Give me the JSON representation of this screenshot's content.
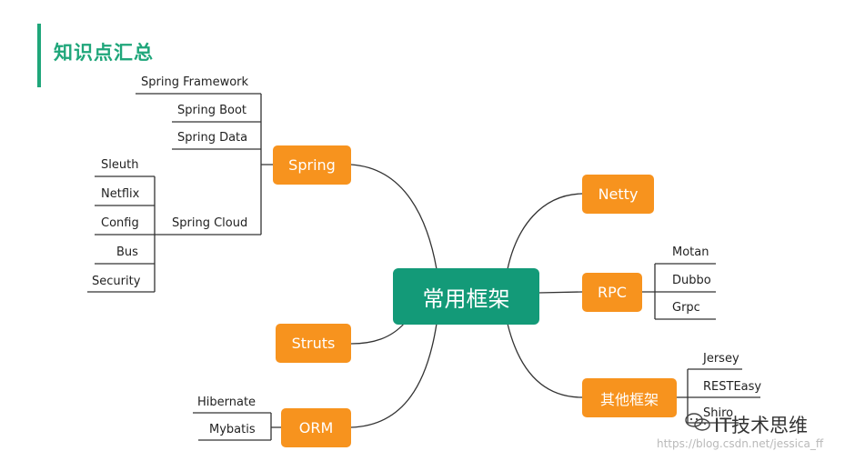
{
  "header": {
    "title": "知识点汇总"
  },
  "root": {
    "label": "常用框架"
  },
  "branches": {
    "spring": {
      "label": "Spring",
      "children": [
        "Spring Framework",
        "Spring Boot",
        "Spring Data",
        "Spring Cloud"
      ],
      "cloud_children": [
        "Sleuth",
        "Netflix",
        "Config",
        "Bus",
        "Security"
      ]
    },
    "struts": {
      "label": "Struts"
    },
    "orm": {
      "label": "ORM",
      "children": [
        "Hibernate",
        "Mybatis"
      ]
    },
    "netty": {
      "label": "Netty"
    },
    "rpc": {
      "label": "RPC",
      "children": [
        "Motan",
        "Dubbo",
        "Grpc"
      ]
    },
    "other": {
      "label": "其他框架",
      "children": [
        "Jersey",
        "RESTEasy",
        "Shiro"
      ]
    }
  },
  "watermark": {
    "name": "IT技术思维",
    "url": "https://blog.csdn.net/jessica_ff"
  },
  "colors": {
    "accent": "#1fa67a",
    "root": "#139a78",
    "branch": "#f7931e",
    "line": "#333333"
  }
}
